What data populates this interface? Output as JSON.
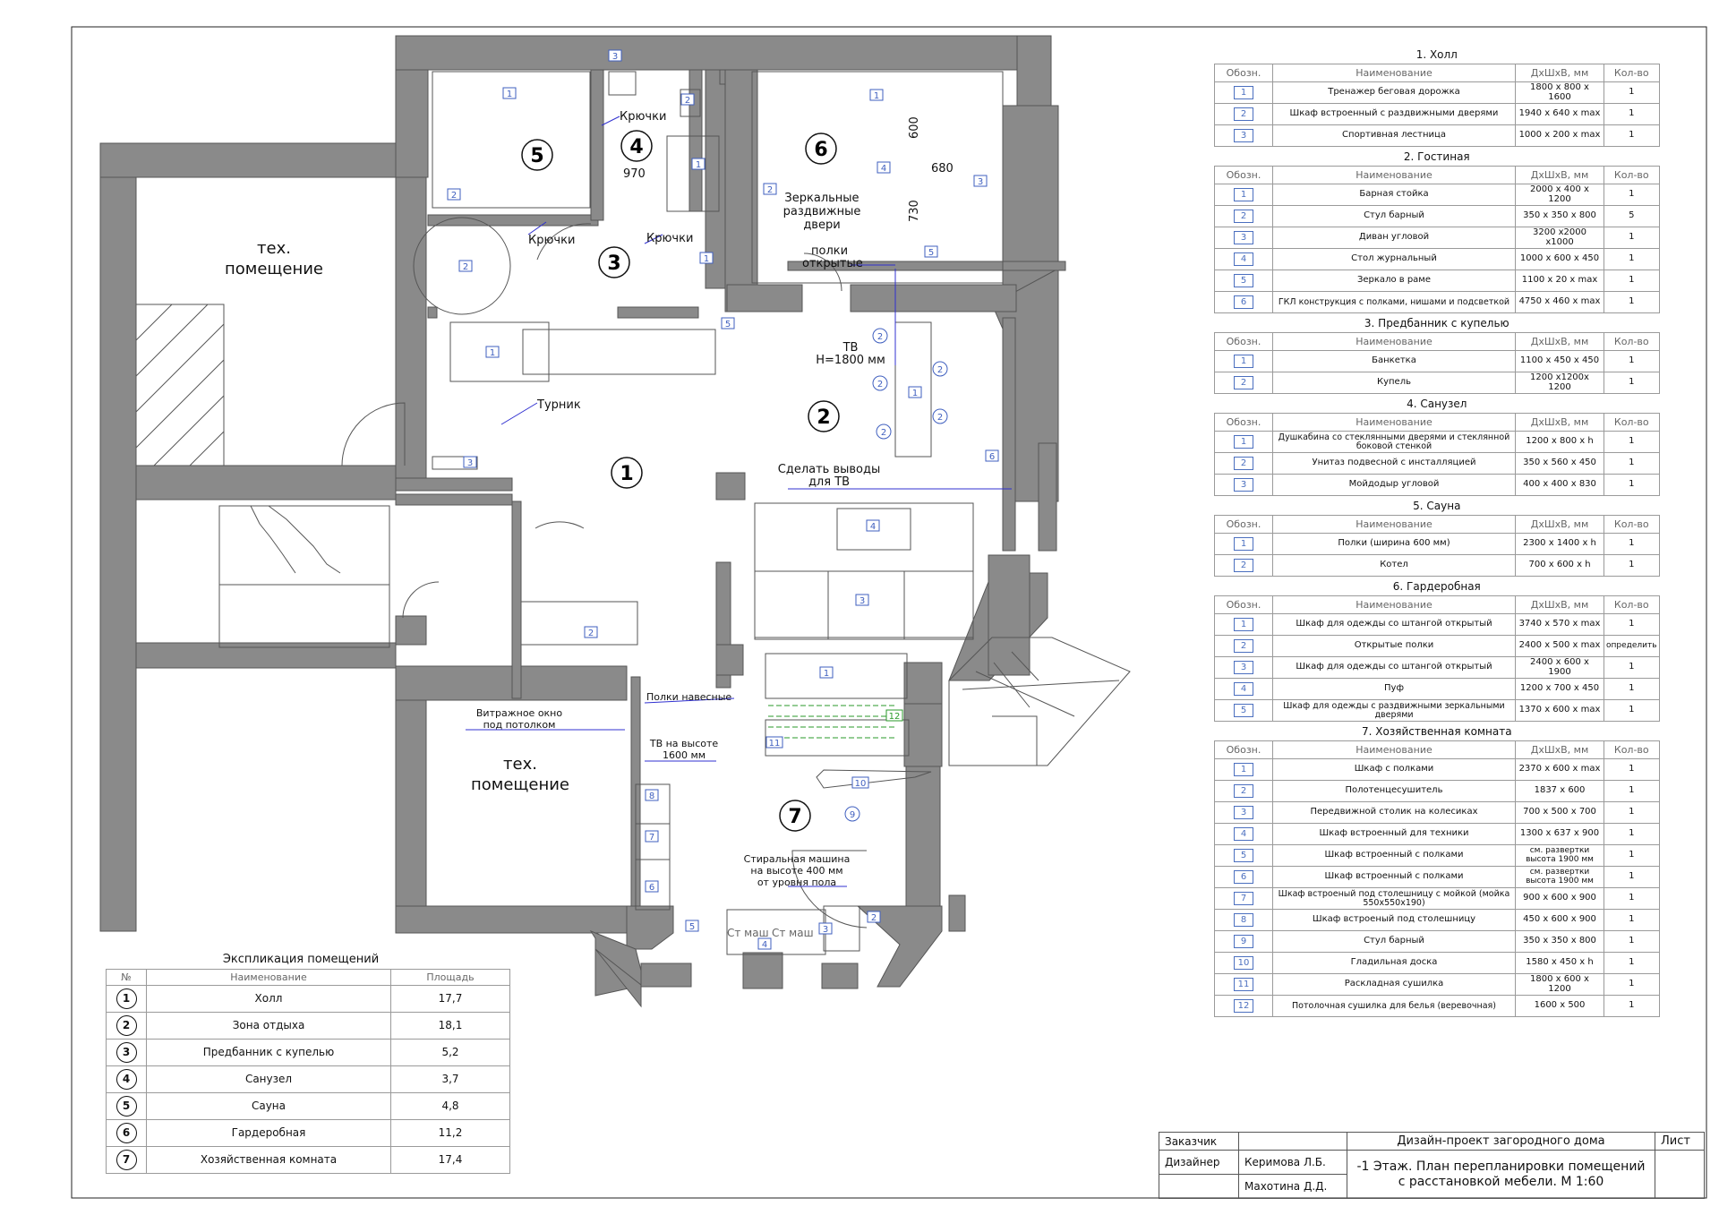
{
  "rooms": [
    {
      "num": "1",
      "name": "Холл",
      "area": "17,7"
    },
    {
      "num": "2",
      "name": "Зона отдыха",
      "area": "18,1"
    },
    {
      "num": "3",
      "name": "Предбанник с купелью",
      "area": "5,2"
    },
    {
      "num": "4",
      "name": "Санузел",
      "area": "3,7"
    },
    {
      "num": "5",
      "name": "Сауна",
      "area": "4,8"
    },
    {
      "num": "6",
      "name": "Гардеробная",
      "area": "11,2"
    },
    {
      "num": "7",
      "name": "Хозяйственная комната",
      "area": "17,4"
    }
  ],
  "explication": {
    "title": "Экспликация помещений",
    "headers": [
      "№",
      "Наименование",
      "Площадь"
    ]
  },
  "furniture_headers": [
    "Обозн.",
    "Наименование",
    "ДхШхВ, мм",
    "Кол-во"
  ],
  "furniture_sections": [
    {
      "title": "1. Холл",
      "items": [
        {
          "code": "1",
          "name": "Тренажер беговая дорожка",
          "dims": "1800 x 800 x 1600",
          "qty": "1"
        },
        {
          "code": "2",
          "name": "Шкаф встроенный с раздвижными дверями",
          "dims": "1940 x 640 x max",
          "qty": "1"
        },
        {
          "code": "3",
          "name": "Спортивная лестница",
          "dims": "1000 x 200 x max",
          "qty": "1"
        }
      ]
    },
    {
      "title": "2. Гостиная",
      "items": [
        {
          "code": "1",
          "name": "Барная стойка",
          "dims": "2000 x 400 x 1200",
          "qty": "1"
        },
        {
          "code": "2",
          "name": "Стул барный",
          "dims": "350 x 350 x 800",
          "qty": "5"
        },
        {
          "code": "3",
          "name": "Диван угловой",
          "dims": "3200 x2000 x1000",
          "qty": "1"
        },
        {
          "code": "4",
          "name": "Стол журнальный",
          "dims": "1000 x 600 x 450",
          "qty": "1"
        },
        {
          "code": "5",
          "name": "Зеркало в раме",
          "dims": "1100 x 20 x max",
          "qty": "1"
        },
        {
          "code": "6",
          "name": "ГКЛ конструкция с полками, нишами и подсветкой",
          "dims": "4750 x 460 x max",
          "qty": "1"
        }
      ]
    },
    {
      "title": "3. Предбанник с купелью",
      "items": [
        {
          "code": "1",
          "name": "Банкетка",
          "dims": "1100 x 450 x 450",
          "qty": "1"
        },
        {
          "code": "2",
          "name": "Купель",
          "dims": "1200 x1200x 1200",
          "qty": "1"
        }
      ]
    },
    {
      "title": "4. Санузел",
      "items": [
        {
          "code": "1",
          "name": "Душкабина со стеклянными дверями и стеклянной боковой стенкой",
          "dims": "1200 x 800 x h",
          "qty": "1"
        },
        {
          "code": "2",
          "name": "Унитаз подвесной с инсталляцией",
          "dims": "350 x 560 x 450",
          "qty": "1"
        },
        {
          "code": "3",
          "name": "Мойдодыр угловой",
          "dims": "400 x 400 x 830",
          "qty": "1"
        }
      ]
    },
    {
      "title": "5. Сауна",
      "items": [
        {
          "code": "1",
          "name": "Полки (ширина 600 мм)",
          "dims": "2300 x 1400 x h",
          "qty": "1"
        },
        {
          "code": "2",
          "name": "Котел",
          "dims": "700 x 600 x h",
          "qty": "1"
        }
      ]
    },
    {
      "title": "6. Гардеробная",
      "items": [
        {
          "code": "1",
          "name": "Шкаф для одежды со штангой открытый",
          "dims": "3740 x 570 x max",
          "qty": "1"
        },
        {
          "code": "2",
          "name": "Открытые полки",
          "dims": "2400 x 500 x max",
          "qty": "определить"
        },
        {
          "code": "3",
          "name": "Шкаф для одежды со штангой открытый",
          "dims": "2400 x 600 x 1900",
          "qty": "1"
        },
        {
          "code": "4",
          "name": "Пуф",
          "dims": "1200 x 700 x 450",
          "qty": "1"
        },
        {
          "code": "5",
          "name": "Шкаф для одежды с раздвижными зеркальными дверями",
          "dims": "1370 x 600 x max",
          "qty": "1"
        }
      ]
    },
    {
      "title": "7. Хозяйственная комната",
      "items": [
        {
          "code": "1",
          "name": "Шкаф с полками",
          "dims": "2370 x 600 x max",
          "qty": "1"
        },
        {
          "code": "2",
          "name": "Полотенцесушитель",
          "dims": "1837 x 600",
          "qty": "1"
        },
        {
          "code": "3",
          "name": "Передвижной столик на колесиках",
          "dims": "700 x 500 x 700",
          "qty": "1"
        },
        {
          "code": "4",
          "name": "Шкаф встроенный для техники",
          "dims": "1300 x 637 x 900",
          "qty": "1"
        },
        {
          "code": "5",
          "name": "Шкаф встроенный с полками",
          "dims": "см. развертки высота 1900 мм",
          "qty": "1"
        },
        {
          "code": "6",
          "name": "Шкаф встроенный с полками",
          "dims": "см. развертки высота 1900 мм",
          "qty": "1"
        },
        {
          "code": "7",
          "name": "Шкаф встроеный под столешницу с мойкой (мойка 550x550x190)",
          "dims": "900 x 600 x 900",
          "qty": "1"
        },
        {
          "code": "8",
          "name": "Шкаф встроеный под столешницу",
          "dims": "450 x 600 x 900",
          "qty": "1"
        },
        {
          "code": "9",
          "name": "Стул барный",
          "dims": "350 x 350 x 800",
          "qty": "1"
        },
        {
          "code": "10",
          "name": "Гладильная доска",
          "dims": "1580 x 450 x h",
          "qty": "1"
        },
        {
          "code": "11",
          "name": "Раскладная сушилка",
          "dims": "1800 x 600 x 1200",
          "qty": "1"
        },
        {
          "code": "12",
          "name": "Потолочная сушилка для белья (веревочная)",
          "dims": "1600 x 500",
          "qty": "1"
        }
      ]
    }
  ],
  "plan_labels": {
    "tech1": "тех. помещение",
    "tech2": "тех. помещение",
    "hooks": "Крючки",
    "dim970": "970",
    "dim600": "600",
    "dim680": "680",
    "dim730": "730",
    "mirror_doors": "Зеркальные раздвижные двери",
    "open_shelves": "полки открытые",
    "tv": "ТВ",
    "tv_height": "Н=1800 мм",
    "bar": "Турник",
    "tv_outputs": "Сделать выводы для ТВ",
    "hanging_shelves": "Полки навесные",
    "stained_glass": "Витражное окно под потолком",
    "tv_high": "ТВ на высоте 1600 мм",
    "washer_note": "Стиральная машина на высоте 400 мм от уровня пола",
    "washer": "Ст маш"
  },
  "title_block": {
    "client_label": "Заказчик",
    "designer_label": "Дизайнер",
    "designer1": "Керимова Л.Б.",
    "designer2": "Махотина Д.Д.",
    "project": "Дизайн-проект загородного дома",
    "sheet_title": "-1 Этаж. План перепланировки помещений с расстановкой мебели. М 1:60",
    "sheet_label": "Лист"
  },
  "colors": {
    "wall": "#888888",
    "mark": "#3f5fbf",
    "leader": "#3030d0",
    "drier": "#2a9a2a"
  }
}
